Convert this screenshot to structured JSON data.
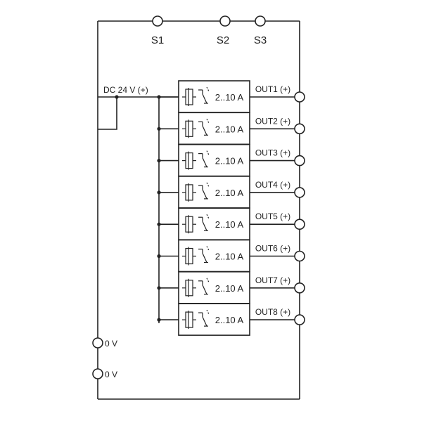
{
  "inputs": {
    "s1": "S1",
    "s2": "S2",
    "s3": "S3"
  },
  "supply": {
    "dc_label": "DC 24 V (+)"
  },
  "ground": {
    "zero_top": "0 V",
    "zero_bottom": "0 V"
  },
  "channels": [
    {
      "rating": "2..10 A",
      "output": "OUT1 (+)"
    },
    {
      "rating": "2..10 A",
      "output": "OUT2 (+)"
    },
    {
      "rating": "2..10 A",
      "output": "OUT3 (+)"
    },
    {
      "rating": "2..10 A",
      "output": "OUT4 (+)"
    },
    {
      "rating": "2..10 A",
      "output": "OUT5 (+)"
    },
    {
      "rating": "2..10 A",
      "output": "OUT6 (+)"
    },
    {
      "rating": "2..10 A",
      "output": "OUT7 (+)"
    },
    {
      "rating": "2..10 A",
      "output": "OUT8 (+)"
    }
  ]
}
